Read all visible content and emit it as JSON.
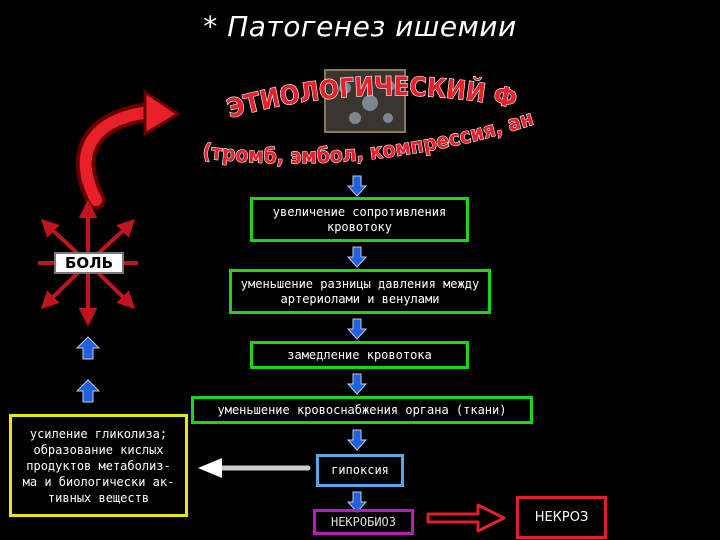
{
  "title": "* Патогенез ишемии",
  "etiology": {
    "heading": "ЭТИОЛОГИЧЕСКИЙ ФАКТОР:",
    "causes": "(тромб, эмбол, компрессия, ангиоспазм)"
  },
  "pain_label": "БОЛЬ",
  "chain": [
    "увеличение сопротивления кровотоку",
    "уменьшение разницы давления между артериолами и венулами",
    "замедление кровотока",
    "уменьшение кровоснабжения органа (ткани)",
    "гипоксия",
    "НЕКРОБИОЗ"
  ],
  "necrosis_label": "НЕКРОЗ",
  "glycolysis_text": "усиление гликолиза; образование кислых продуктов метаболиз- ма и биологически ак- тивных веществ",
  "icons": [
    "down-arrow-icon",
    "up-arrow-icon",
    "left-arrow-icon",
    "right-arrow-icon",
    "curved-arrow-icon",
    "pain-burst-icon"
  ],
  "colors": {
    "chain_border": "#19d619",
    "hypoxia_border": "#5aa7e6",
    "necrobiosis_border": "#b51fb5",
    "necrosis_border": "#e0202a",
    "glycolysis_border": "#e8e800",
    "arrow_blue": "#1f5fe0",
    "etiology_red": "#e8202a"
  }
}
